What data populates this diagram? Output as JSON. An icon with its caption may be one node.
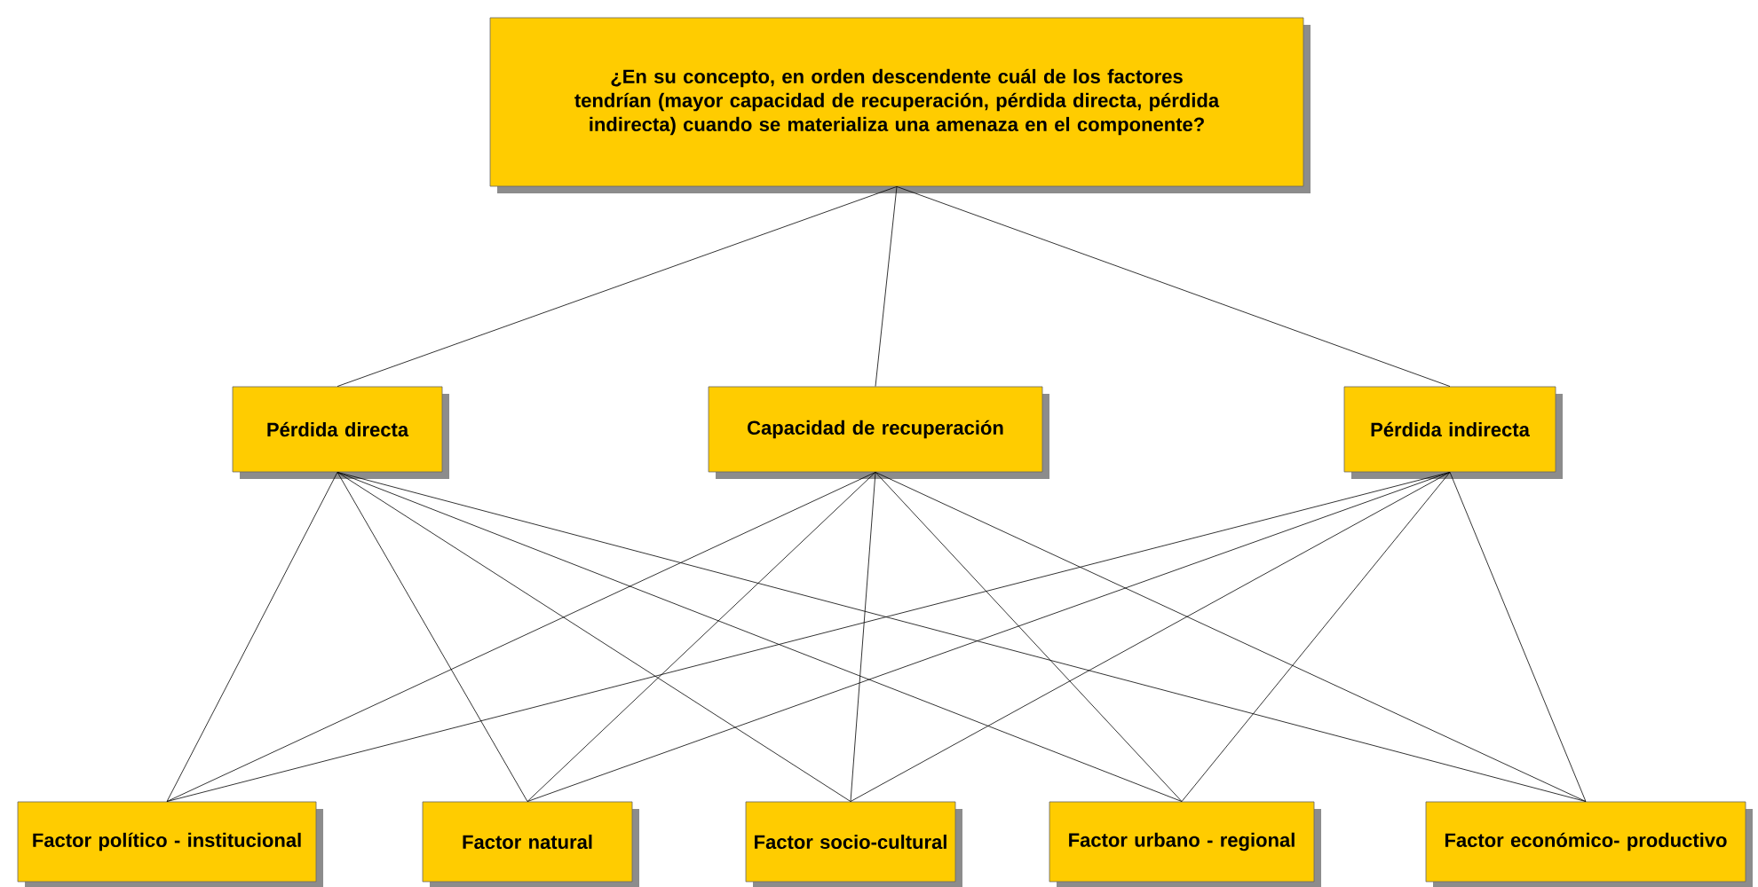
{
  "diagram": {
    "nodes": [
      {
        "text": [
          "¿En su concepto, en orden descendente cuál de los factores tendrían (mayor capacidad de recuperación, pérdida directa, pérdida indirecta) cuando se materializa una amenaza en el componente?"
        ]
      },
      {
        "text": [
          "Pérdida directa"
        ]
      },
      {
        "text": [
          "Capacidad de recuperación"
        ]
      },
      {
        "text": [
          "Pérdida indirecta"
        ]
      },
      {
        "text": [
          "Factor político - institucional"
        ]
      },
      {
        "text": [
          "Factor natural"
        ]
      },
      {
        "text": [
          "Factor socio-cultural"
        ]
      },
      {
        "text": [
          "Factor urbano - regional"
        ]
      },
      {
        "text": [
          "Factor económico- productivo"
        ]
      }
    ],
    "edges": [
      {
        "from": 0,
        "to": 1,
        "arrow": "none"
      },
      {
        "from": 0,
        "to": 2,
        "arrow": "none"
      },
      {
        "from": 0,
        "to": 3,
        "arrow": "none"
      },
      {
        "from": 1,
        "to": 4,
        "arrow": "none"
      },
      {
        "from": 1,
        "to": 5,
        "arrow": "none"
      },
      {
        "from": 1,
        "to": 6,
        "arrow": "none"
      },
      {
        "from": 1,
        "to": 7,
        "arrow": "none"
      },
      {
        "from": 1,
        "to": 8,
        "arrow": "none"
      },
      {
        "from": 2,
        "to": 4,
        "arrow": "none"
      },
      {
        "from": 2,
        "to": 5,
        "arrow": "none"
      },
      {
        "from": 2,
        "to": 6,
        "arrow": "none"
      },
      {
        "from": 2,
        "to": 7,
        "arrow": "none"
      },
      {
        "from": 2,
        "to": 8,
        "arrow": "none"
      },
      {
        "from": 3,
        "to": 4,
        "arrow": "none"
      },
      {
        "from": 3,
        "to": 5,
        "arrow": "none"
      },
      {
        "from": 3,
        "to": 6,
        "arrow": "none"
      },
      {
        "from": 3,
        "to": 7,
        "arrow": "none"
      },
      {
        "from": 3,
        "to": 8,
        "arrow": "none"
      }
    ]
  }
}
